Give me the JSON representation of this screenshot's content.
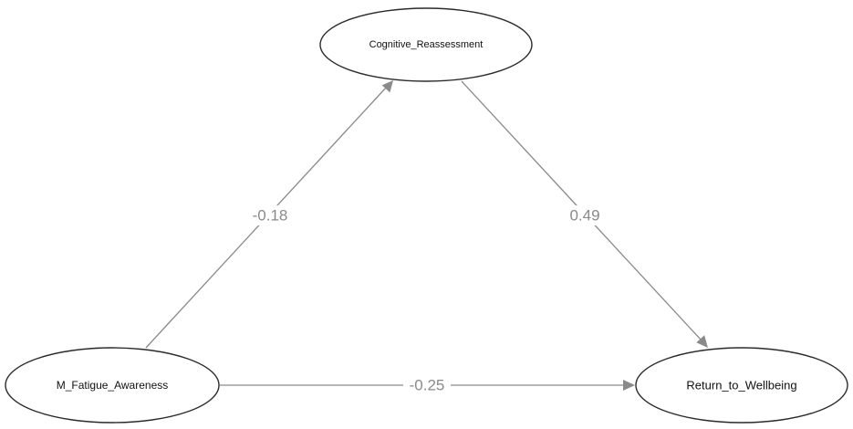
{
  "diagram": {
    "type": "path-diagram",
    "nodes": {
      "cognitive_reassessment": {
        "label": "Cognitive_Reassessment"
      },
      "m_fatigue_awareness": {
        "label": "M_Fatigue_Awareness"
      },
      "return_to_wellbeing": {
        "label": "Return_to_Wellbeing"
      }
    },
    "edges": {
      "fatigue_to_reassessment": {
        "from": "m_fatigue_awareness",
        "to": "cognitive_reassessment",
        "label": "-0.18"
      },
      "reassessment_to_wellbeing": {
        "from": "cognitive_reassessment",
        "to": "return_to_wellbeing",
        "label": "0.49"
      },
      "fatigue_to_wellbeing": {
        "from": "m_fatigue_awareness",
        "to": "return_to_wellbeing",
        "label": "-0.25"
      }
    },
    "colors": {
      "node_border": "#2b2b2b",
      "edge": "#8a8a8a",
      "edge_label": "#8a8a8a",
      "background": "#ffffff"
    }
  }
}
